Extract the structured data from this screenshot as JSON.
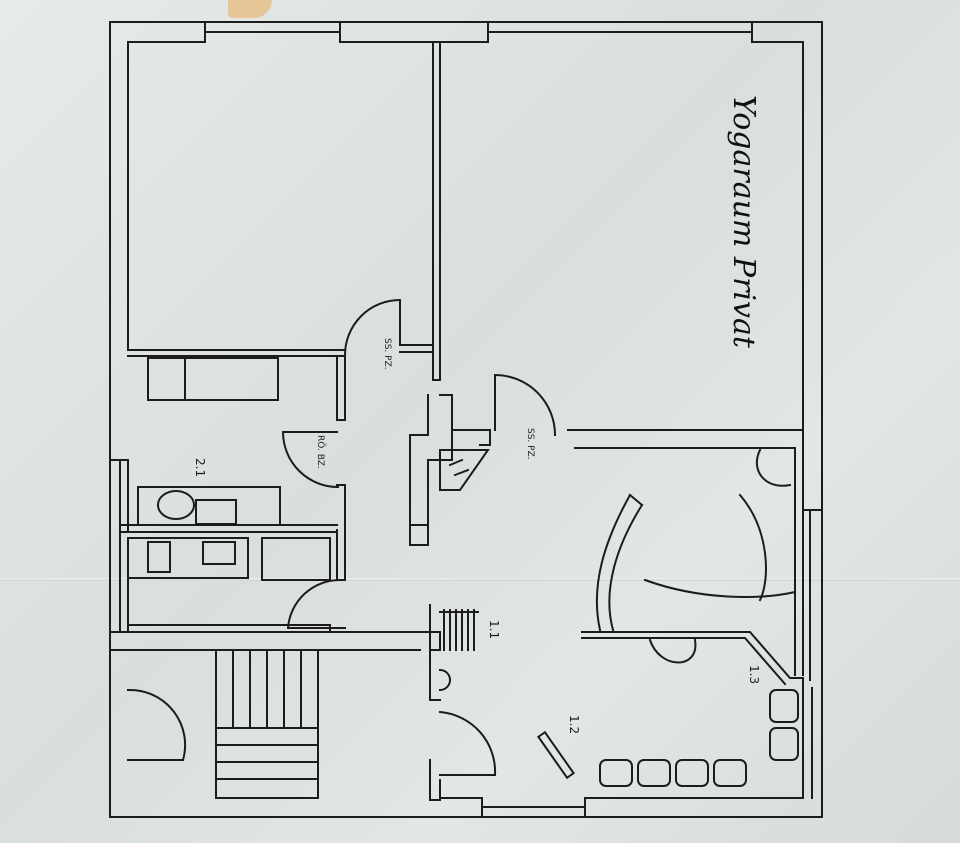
{
  "plan": {
    "handwritten_note": "Yogaraum Privat",
    "room_labels": [
      {
        "id": "ss-pz-1",
        "text": "SS. PZ."
      },
      {
        "id": "ss-pz-2",
        "text": "SS. PZ."
      },
      {
        "id": "ro-bz",
        "text": "RÖ. BZ."
      },
      {
        "id": "room-2-1",
        "text": "2.1"
      },
      {
        "id": "room-1-1",
        "text": "1.1"
      },
      {
        "id": "room-1-2",
        "text": "1.2"
      },
      {
        "id": "room-1-3",
        "text": "1.3"
      }
    ]
  }
}
